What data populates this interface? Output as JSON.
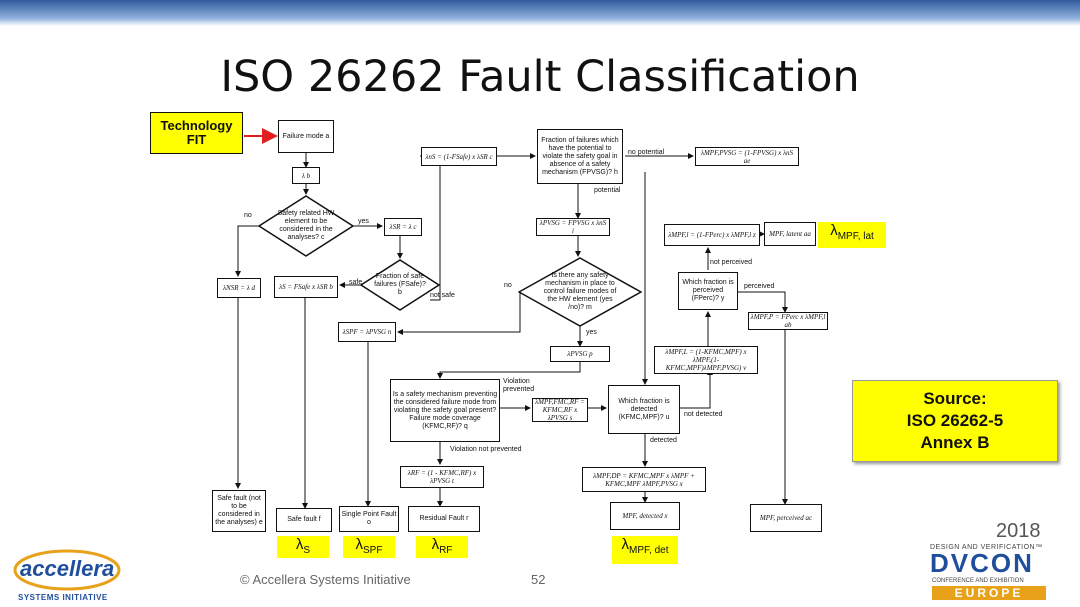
{
  "title": "ISO 26262 Fault Classification",
  "technology": "Technology FIT",
  "source": {
    "line1": "Source:",
    "line2": "ISO 26262-5",
    "line3": "Annex B"
  },
  "nodes": {
    "failure_mode": "Failure mode a",
    "lambda": "λ b",
    "safety_related": "Safety related HW element to be considered in the analyses? c",
    "lambda_sr": "λSR = λ c",
    "lambda_nsr": "λNSR = λ d",
    "fraction_safe": "Fraction of safe failures (FSafe)? b",
    "lambda_s": "λS = FSafe x λSR b",
    "lambda_nsr2": "λnS = (1-FSafe) x λSR c",
    "fraction_potential": "Fraction of failures which have the potential to violate the safety goal in absence of a safety mechanism (FPVSG)? h",
    "lambda_mpf_ns": "λMPF,PVSG = (1-FPVSG) x λnS ae",
    "lambda_pvsg": "λPVSG = FPVSG x λnS i",
    "control_fault": "Is there any safety mechanism in place to control failure modes of the HW element (yes /no)? m",
    "lambda_spf": "λSPF = λPVSG n",
    "lambda_pvsg2": "λPVSG p",
    "is_safety_mech": "Is a safety mechanism preventing the considered failure mode from violating the safety goal present? Failure mode coverage (KFMC,RF)? q",
    "lambda_mpf_rf": "λMPF,FMC,RF = KFMC,RF x λPVSG s",
    "lambda_rf": "λRF = (1 - KFMC,RF) x λPVSG t",
    "which_detected": "Which fraction is detected (KFMC,MPF)? u",
    "lambda_mpf_l": "λMPF,L = (1-KFMC,MPF) x λMPF,(1-KFMC,MPF)λMPF,PVSG) v",
    "which_perceived": "Which fraction is perceived (FPerc)? y",
    "lambda_mpf_lat": "λMPF,l = (1-FPerc) x λMPF,l z",
    "lambda_mpf_p": "λMPF,P = FPerc x λMPF,l ab",
    "lambda_mpf_det": "λMPF,DP = KFMC,MPF x λMPF + KFMC,MPF λMPF,PVSG x",
    "safe_fault_not": "Safe fault (not to be considered in the analyses) e",
    "safe_fault": "Safe fault f",
    "single_point": "Single Point Fault o",
    "residual_fault": "Residual Fault r",
    "mpf_detected": "MPF, detected x",
    "mpf_latent": "MPF, latent aa",
    "mpf_perceived": "MPF, perceived ac"
  },
  "edge_labels": {
    "no1": "no",
    "yes1": "yes",
    "safe": "safe",
    "not_safe": "not safe",
    "no_potential": "no potential",
    "potential": "potential",
    "no2": "no",
    "yes2": "yes",
    "violation_prevented": "Violation prevented",
    "violation_not_prevented": "Violation not prevented",
    "not_detected": "not detected",
    "detected": "detected",
    "not_perceived": "not perceived",
    "perceived": "perceived"
  },
  "lambdas": [
    {
      "sym": "λ",
      "sub": "S"
    },
    {
      "sym": "λ",
      "sub": "SPF"
    },
    {
      "sym": "λ",
      "sub": "RF"
    },
    {
      "sym": "λ",
      "sub": "MPF, det"
    },
    {
      "sym": "λ",
      "sub": "MPF, lat"
    }
  ],
  "footer": {
    "copyright": "© Accellera Systems Initiative",
    "page": "52"
  },
  "logo_left": {
    "name": "accellera",
    "tagline": "SYSTEMS INITIATIVE"
  },
  "logo_right": {
    "year": "2018",
    "line1": "DESIGN AND VERIFICATION™",
    "name": "DVCON",
    "line2": "CONFERENCE AND EXHIBITION",
    "region": "EUROPE"
  },
  "colors": {
    "highlight": "#ffff00",
    "arrow_red": "#e02020",
    "accent_blue": "#1f4e9c",
    "accent_orange": "#e8a21a"
  }
}
